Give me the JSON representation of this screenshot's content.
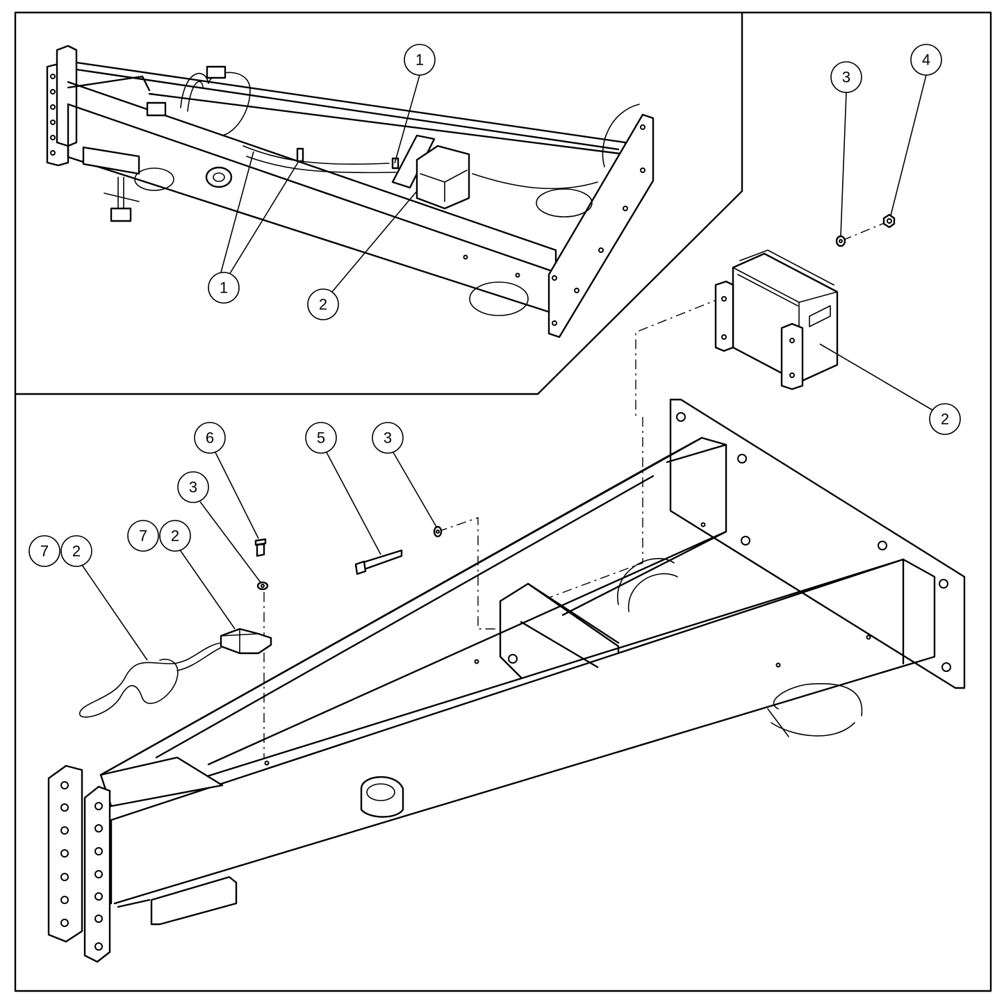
{
  "callouts": {
    "inset_1_top": "1",
    "inset_1_bottom": "1",
    "inset_2": "2",
    "box_3": "3",
    "box_4": "4",
    "box_2": "2",
    "bolt_6": "6",
    "bolt_3": "3",
    "pin_5": "5",
    "pin_3": "3",
    "connector_7": "7",
    "connector_2": "2",
    "harness_7": "7",
    "harness_2": "2"
  }
}
